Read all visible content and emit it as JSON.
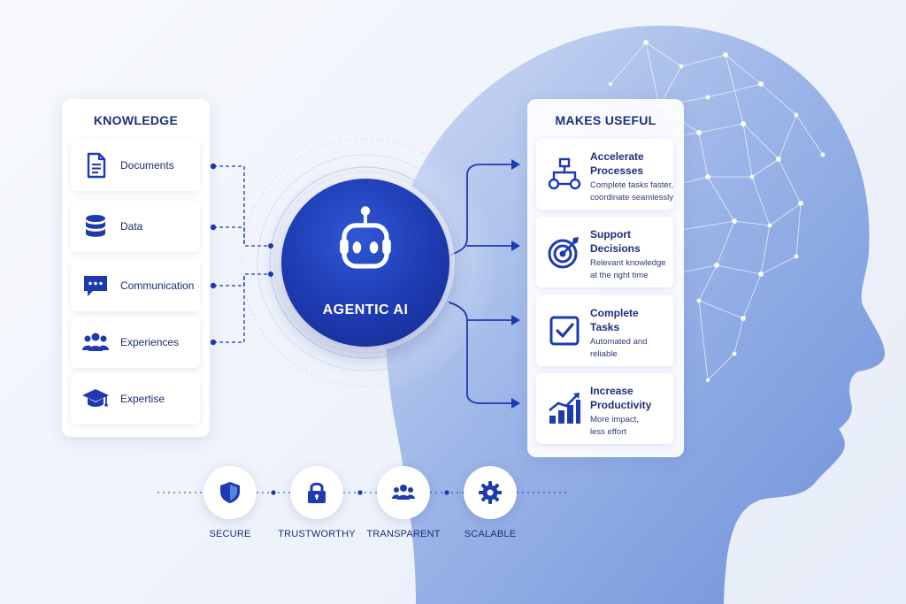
{
  "knowledge": {
    "title": "KNOWLEDGE",
    "items": [
      {
        "label": "Documents",
        "icon": "document-icon"
      },
      {
        "label": "Data",
        "icon": "database-icon"
      },
      {
        "label": "Communication",
        "icon": "chat-icon"
      },
      {
        "label": "Experiences",
        "icon": "people-icon"
      },
      {
        "label": "Expertise",
        "icon": "graduation-cap-icon"
      }
    ]
  },
  "center": {
    "label": "AGENTIC AI",
    "icon": "robot-icon"
  },
  "useful": {
    "title": "MAKES USEFUL",
    "items": [
      {
        "title_line1": "Accelerate",
        "title_line2": "Processes",
        "desc_line1": "Complete tasks faster,",
        "desc_line2": "coordinate seamlessly",
        "icon": "workflow-icon"
      },
      {
        "title_line1": "Support",
        "title_line2": "Decisions",
        "desc_line1": "Relevant knowledge",
        "desc_line2": "at the right time",
        "icon": "target-icon"
      },
      {
        "title_line1": "Complete",
        "title_line2": "Tasks",
        "desc_line1": "Automated and",
        "desc_line2": "reliable",
        "icon": "checkbox-icon"
      },
      {
        "title_line1": "Increase",
        "title_line2": "Productivity",
        "desc_line1": "More impact,",
        "desc_line2": "less effort",
        "icon": "growth-chart-icon"
      }
    ]
  },
  "principles": [
    {
      "label": "SECURE",
      "icon": "shield-icon"
    },
    {
      "label": "TRUSTWORTHY",
      "icon": "lock-icon"
    },
    {
      "label": "TRANSPARENT",
      "icon": "people-icon"
    },
    {
      "label": "SCALABLE",
      "icon": "gear-icon"
    }
  ],
  "colors": {
    "primary": "#1d3ab0",
    "accent": "#2f57d6",
    "text": "#1e2f7a",
    "head": "#6f93db"
  }
}
